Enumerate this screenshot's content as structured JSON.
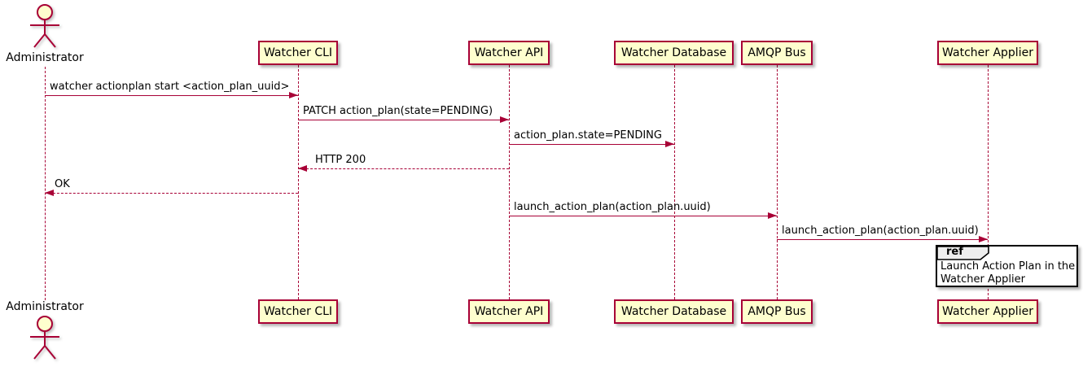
{
  "colors": {
    "line": "#A80036",
    "participant_fill": "#FEFECE",
    "participant_border": "#A80036",
    "text": "#000000",
    "ref_border": "#000000",
    "ref_label_bg": "#EEEEEE"
  },
  "actor": {
    "name": "Administrator"
  },
  "participants": {
    "cli": "Watcher CLI",
    "api": "Watcher API",
    "db": "Watcher Database",
    "amqp": "AMQP Bus",
    "applier": "Watcher Applier"
  },
  "messages": {
    "m1": {
      "from": "Administrator",
      "to": "Watcher CLI",
      "label": "watcher actionplan start <action_plan_uuid>",
      "line": "solid",
      "direction": "right"
    },
    "m2": {
      "from": "Watcher CLI",
      "to": "Watcher API",
      "label": "PATCH action_plan(state=PENDING)",
      "line": "solid",
      "direction": "right"
    },
    "m3": {
      "from": "Watcher API",
      "to": "Watcher Database",
      "label": "action_plan.state=PENDING",
      "line": "solid",
      "direction": "right"
    },
    "m4": {
      "from": "Watcher API",
      "to": "Watcher CLI",
      "label": "HTTP 200",
      "line": "dashed",
      "direction": "left"
    },
    "m5": {
      "from": "Watcher CLI",
      "to": "Administrator",
      "label": "OK",
      "line": "dashed",
      "direction": "left"
    },
    "m6": {
      "from": "Watcher API",
      "to": "AMQP Bus",
      "label": "launch_action_plan(action_plan.uuid)",
      "line": "solid",
      "direction": "right"
    },
    "m7": {
      "from": "AMQP Bus",
      "to": "Watcher Applier",
      "label": "launch_action_plan(action_plan.uuid)",
      "line": "solid",
      "direction": "right"
    }
  },
  "ref": {
    "keyword": "ref",
    "over": "Watcher Applier",
    "line1": "Launch Action Plan in the",
    "line2": "Watcher Applier"
  }
}
